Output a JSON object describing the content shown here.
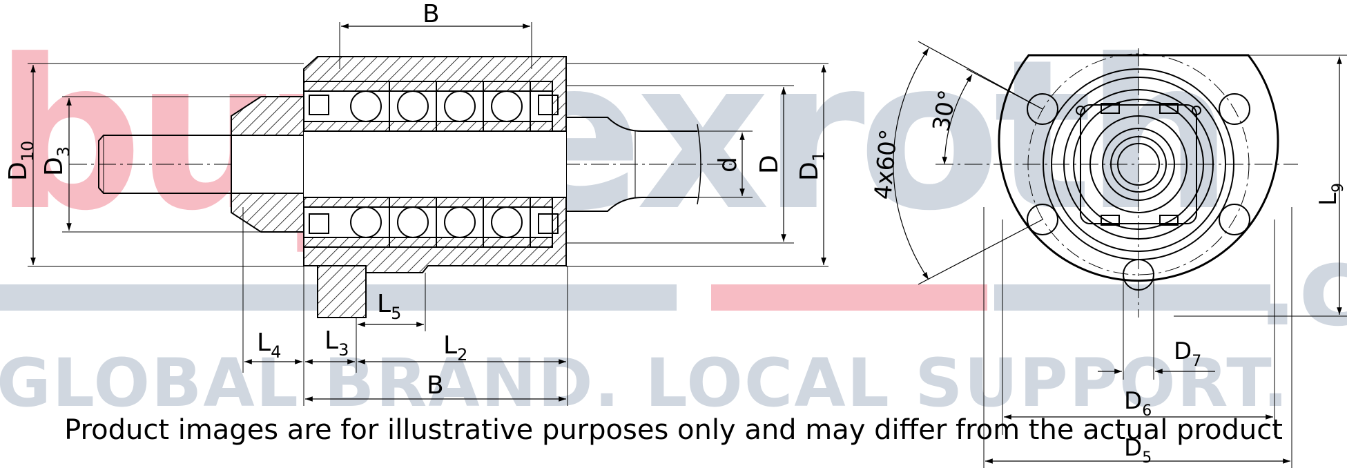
{
  "watermark": {
    "logo_text": "buyrexroth.com",
    "tagline": "GLOBAL BRAND. LOCAL SUPPORT.",
    "colors": {
      "red": "#e8334a",
      "slate": "#6f86a1"
    }
  },
  "disclaimer": "Product images are for illustrative purposes only and may differ from the actual product",
  "side_view": {
    "labels": {
      "D10": {
        "main": "D",
        "sub": "10"
      },
      "D3": {
        "main": "D",
        "sub": "3"
      },
      "d": {
        "main": "d",
        "sub": ""
      },
      "D": {
        "main": "D",
        "sub": ""
      },
      "D1": {
        "main": "D",
        "sub": "1"
      },
      "B_top": {
        "main": "B",
        "sub": ""
      },
      "B_bottom": {
        "main": "B",
        "sub": ""
      },
      "L2": {
        "main": "L",
        "sub": "2"
      },
      "L3": {
        "main": "L",
        "sub": "3"
      },
      "L4": {
        "main": "L",
        "sub": "4"
      },
      "L5": {
        "main": "L",
        "sub": "5"
      }
    }
  },
  "front_view": {
    "labels": {
      "angle_30": "30°",
      "angle_4x60": "4x60°",
      "L9": {
        "main": "L",
        "sub": "9"
      },
      "D5": {
        "main": "D",
        "sub": "5"
      },
      "D6": {
        "main": "D",
        "sub": "6"
      },
      "D7": {
        "main": "D",
        "sub": "7"
      }
    }
  }
}
